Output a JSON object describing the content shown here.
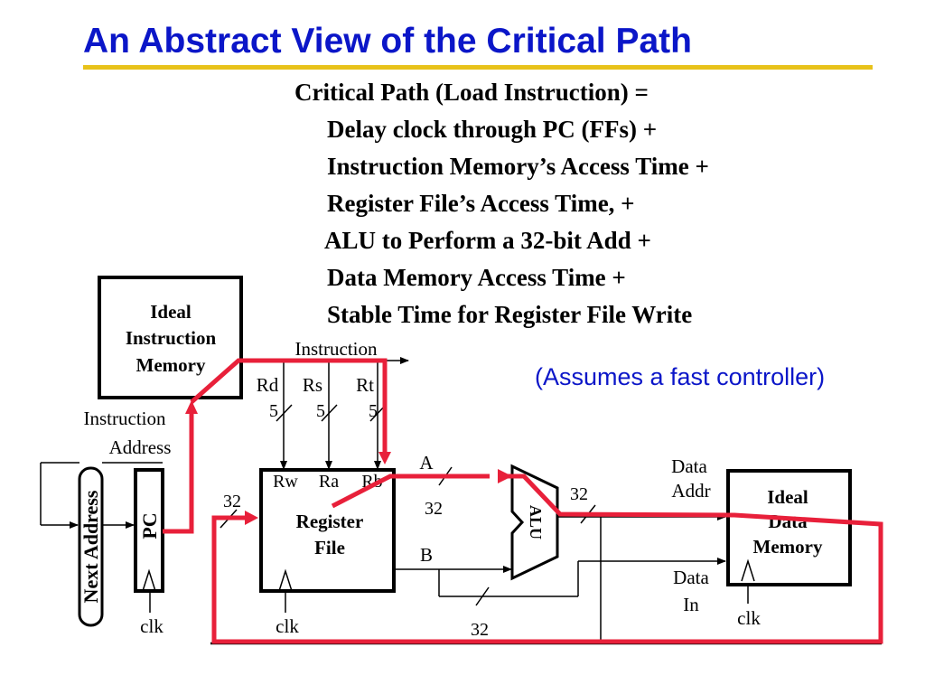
{
  "title": "An Abstract View of the Critical Path",
  "equation": {
    "heading": "Critical Path (Load Instruction) =",
    "terms": [
      "Delay clock through PC (FFs) +",
      "Instruction Memory’s Access Time +",
      "Register File’s Access Time, +",
      "ALU to Perform a 32-bit Add +",
      "Data Memory Access Time +",
      "Stable Time for Register File Write"
    ]
  },
  "note": "(Assumes a fast controller)",
  "diagram": {
    "instruction_memory": [
      "Ideal",
      "Instruction",
      "Memory"
    ],
    "instruction_address": [
      "Instruction",
      "Address"
    ],
    "instruction": "Instruction",
    "next_address": "Next Address",
    "pc": "PC",
    "clk": "clk",
    "register_file": [
      "Register",
      "File"
    ],
    "register_ports": [
      "Rw",
      "Ra",
      "Rb"
    ],
    "fields": [
      "Rd",
      "Rs",
      "Rt"
    ],
    "field_width": "5",
    "bus_width": "32",
    "bus_a": "A",
    "bus_b": "B",
    "alu": "ALU",
    "data_memory": [
      "Ideal",
      "Data",
      "Memory"
    ],
    "data_addr": [
      "Data",
      "Addr"
    ],
    "data_in": [
      "Data",
      "In"
    ]
  },
  "colors": {
    "title": "#0b16c8",
    "title_rule": "#e8c21a",
    "critical_path": "#e8203a",
    "wires": "#000000"
  }
}
